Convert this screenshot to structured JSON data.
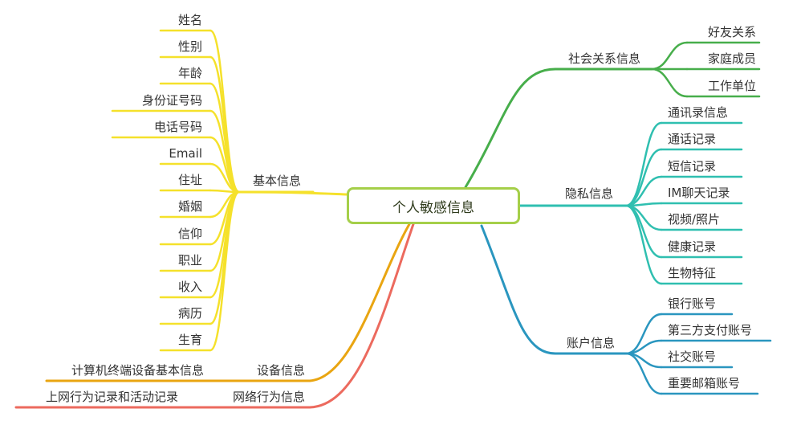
{
  "root": {
    "label": "个人敏感信息",
    "border_color": "#a5cf49"
  },
  "branches": {
    "basic": {
      "label": "基本信息",
      "color": "#f5e12b",
      "items": [
        "姓名",
        "性别",
        "年龄",
        "身份证号码",
        "电话号码",
        "Email",
        "住址",
        "婚姻",
        "信仰",
        "职业",
        "收入",
        "病历",
        "生育"
      ]
    },
    "device": {
      "label": "设备信息",
      "color": "#e9a511",
      "items": [
        "计算机终端设备基本信息"
      ]
    },
    "network": {
      "label": "网络行为信息",
      "color": "#ec6a5e",
      "items": [
        "上网行为记录和活动记录"
      ]
    },
    "social": {
      "label": "社会关系信息",
      "color": "#47ae4b",
      "items": [
        "好友关系",
        "家庭成员",
        "工作单位"
      ]
    },
    "privacy": {
      "label": "隐私信息",
      "color": "#2fbfb0",
      "items": [
        "通讯录信息",
        "通话记录",
        "短信记录",
        "IM聊天记录",
        "视频/照片",
        "健康记录",
        "生物特征"
      ]
    },
    "account": {
      "label": "账户信息",
      "color": "#2a96bf",
      "items": [
        "银行账号",
        "第三方支付账号",
        "社交账号",
        "重要邮箱账号"
      ]
    }
  }
}
